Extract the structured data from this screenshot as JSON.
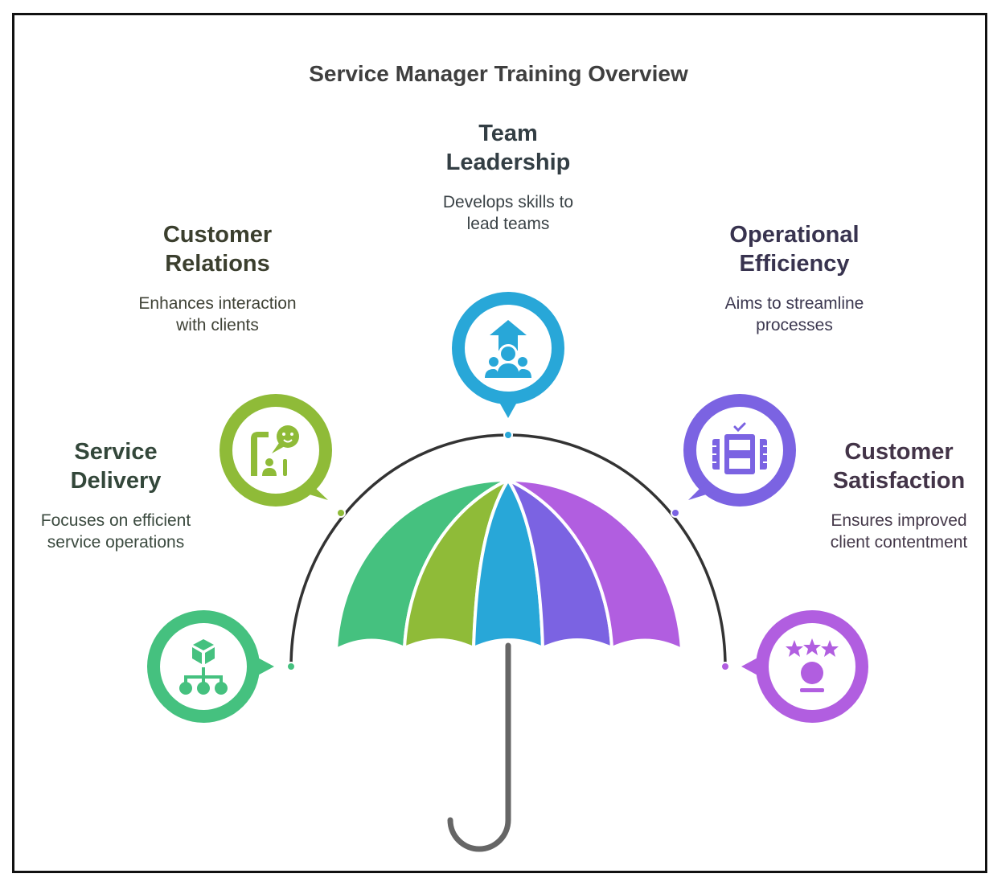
{
  "title": "Service Manager Training Overview",
  "items": [
    {
      "key": "service-delivery",
      "heading_line1": "Service",
      "heading_line2": "Delivery",
      "desc_line1": "Focuses on efficient",
      "desc_line2": "service operations",
      "icon": "hierarchy-cube-icon",
      "color": "#45c17f",
      "text_color": "#33473a"
    },
    {
      "key": "customer-relations",
      "heading_line1": "Customer",
      "heading_line2": "Relations",
      "desc_line1": "Enhances interaction",
      "desc_line2": "with clients",
      "icon": "chat-person-icon",
      "color": "#8fbb38",
      "text_color": "#3b3f2e"
    },
    {
      "key": "team-leadership",
      "heading_line1": "Team",
      "heading_line2": "Leadership",
      "desc_line1": "Develops skills to",
      "desc_line2": "lead teams",
      "icon": "team-growth-icon",
      "color": "#28a7d8",
      "text_color": "#333e44"
    },
    {
      "key": "operational-efficiency",
      "heading_line1": "Operational",
      "heading_line2": "Efficiency",
      "desc_line1": "Aims to streamline",
      "desc_line2": "processes",
      "icon": "checklist-device-icon",
      "color": "#7b63e2",
      "text_color": "#38334f"
    },
    {
      "key": "customer-satisfaction",
      "heading_line1": "Customer",
      "heading_line2": "Satisfaction",
      "desc_line1": "Ensures improved",
      "desc_line2": "client contentment",
      "icon": "star-rating-person-icon",
      "color": "#b15ee0",
      "text_color": "#433448"
    }
  ],
  "umbrella": {
    "panel_colors": [
      "#45c17f",
      "#8fbb38",
      "#28a7d8",
      "#7b63e2",
      "#b15ee0"
    ],
    "handle_color": "#666666",
    "arc_color": "#333333"
  }
}
